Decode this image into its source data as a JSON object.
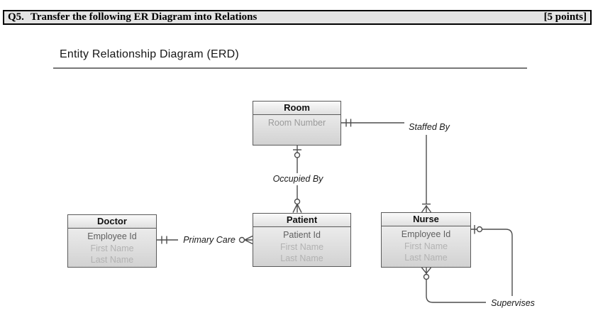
{
  "header_bar": {
    "question": "Q5.",
    "title": "Transfer the following ER Diagram into Relations",
    "points": "[5 points]"
  },
  "diagram": {
    "title": "Entity Relationship Diagram (ERD)",
    "entities": [
      {
        "id": "room",
        "name": "Room",
        "attributes": [
          {
            "text": "Room Number",
            "emphasis": "medium"
          }
        ]
      },
      {
        "id": "doctor",
        "name": "Doctor",
        "attributes": [
          {
            "text": "Employee Id",
            "emphasis": "dark"
          },
          {
            "text": "First Name",
            "emphasis": "light"
          },
          {
            "text": "Last Name",
            "emphasis": "light"
          }
        ]
      },
      {
        "id": "patient",
        "name": "Patient",
        "attributes": [
          {
            "text": "Patient Id",
            "emphasis": "dark"
          },
          {
            "text": "First Name",
            "emphasis": "light"
          },
          {
            "text": "Last Name",
            "emphasis": "light"
          }
        ]
      },
      {
        "id": "nurse",
        "name": "Nurse",
        "attributes": [
          {
            "text": "Employee Id",
            "emphasis": "dark"
          },
          {
            "text": "First Name",
            "emphasis": "light"
          },
          {
            "text": "Last Name",
            "emphasis": "light"
          }
        ]
      }
    ],
    "relationships": [
      {
        "label": "Staffed By",
        "from": "Room",
        "to": "Nurse",
        "from_cardinality": "one-and-only-one",
        "to_cardinality": "one-or-many"
      },
      {
        "label": "Occupied By",
        "from": "Room",
        "to": "Patient",
        "from_cardinality": "zero-or-one",
        "to_cardinality": "zero-or-many"
      },
      {
        "label": "Primary Care",
        "from": "Doctor",
        "to": "Patient",
        "from_cardinality": "one-and-only-one",
        "to_cardinality": "zero-or-many"
      },
      {
        "label": "Supervises",
        "from": "Nurse",
        "to": "Nurse",
        "from_cardinality": "zero-or-one",
        "to_cardinality": "zero-or-many"
      }
    ],
    "colors": {
      "box_border": "#5a5a5a",
      "connector_line": "#4d4d4d",
      "attr_dark": "#606060",
      "attr_medium": "#9a9a9a",
      "attr_light": "#b2b2b2",
      "header_bar_bg": "#e4e4e4"
    }
  }
}
